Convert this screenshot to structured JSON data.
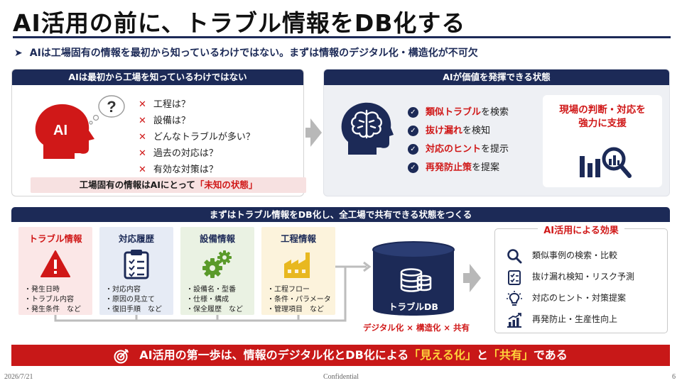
{
  "title": "AI活用の前に、トラブル情報をDB化する",
  "lead": {
    "arrow": "➤",
    "text": "AIは工場固有の情報を最初から知っているわけではない。まずは情報のデジタル化・構造化が不可欠"
  },
  "left_panel": {
    "header": "AIは最初から工場を知っているわけではない",
    "ai_label": "AI",
    "question_mark": "?",
    "questions": [
      "工程は？",
      "設備は？",
      "どんなトラブルが多い？",
      "過去の対応は？",
      "有効な対策は？"
    ],
    "cross_mark": "✕",
    "unknown_prefix": "工場固有の情報はAIにとって",
    "unknown_highlight": "「未知の状態」"
  },
  "right_panel": {
    "header": "AIが価値を発揮できる状態",
    "check_mark": "✓",
    "values": [
      {
        "highlight": "類似トラブル",
        "rest": "を検索"
      },
      {
        "highlight": "抜け漏れ",
        "rest": "を検知"
      },
      {
        "highlight": "対応のヒント",
        "rest": "を提示"
      },
      {
        "highlight": "再発防止策",
        "rest": "を提案"
      }
    ],
    "support_line1": "現場の判断・対応を",
    "support_line2": "強力に支援"
  },
  "bottom_panel": {
    "header": "まずはトラブル情報をDB化し、全工場で共有できる状態をつくる",
    "cards": [
      {
        "title": "トラブル情報",
        "items": [
          "・発生日時",
          "・トラブル内容",
          "・発生条件　など"
        ]
      },
      {
        "title": "対応履歴",
        "items": [
          "・対応内容",
          "・原因の見立て",
          "・復旧手順　など"
        ]
      },
      {
        "title": "設備情報",
        "items": [
          "・設備名・型番",
          "・仕様・構成",
          "・保全履歴　など"
        ]
      },
      {
        "title": "工程情報",
        "items": [
          "・工程フロー",
          "・条件・パラメータ",
          "・管理項目　など"
        ]
      }
    ],
    "db_label": "トラブルDB",
    "db_caption": "デジタル化 × 構造化 × 共有",
    "effects_title": "AI活用による効果",
    "effects": [
      "類似事例の検索・比較",
      "抜け漏れ検知・リスク予測",
      "対応のヒント・対策提案",
      "再発防止・生産性向上"
    ]
  },
  "banner": {
    "prefix": "AI活用の第一歩は、情報のデジタル化とDB化による",
    "highlight1": "「見える化」",
    "middle": "と",
    "highlight2": "「共有」",
    "suffix": "である"
  },
  "footer": {
    "date": "2026/7/21",
    "confidential": "Confidential",
    "page": "6"
  },
  "colors": {
    "navy": "#1c2a57",
    "red": "#d01818",
    "banner_red": "#c81818",
    "yellow": "#ffd43b",
    "trouble_card": "#fbe7e7",
    "history_card": "#e6ebf5",
    "equipment_card": "#eaf2e3",
    "process_card": "#fcf3dc"
  },
  "icons": {
    "ai": "ai-head-icon",
    "thought": "thought-bubble-icon",
    "brain": "brain-head-icon",
    "chart": "chart-search-icon",
    "warning": "warning-icon",
    "clipboard": "clipboard-icon",
    "gears": "gears-icon",
    "factory": "factory-icon",
    "database": "database-icon",
    "search": "search-icon",
    "checklist": "checklist-icon",
    "bulb": "lightbulb-icon",
    "growth": "growth-chart-icon",
    "target": "target-icon"
  }
}
